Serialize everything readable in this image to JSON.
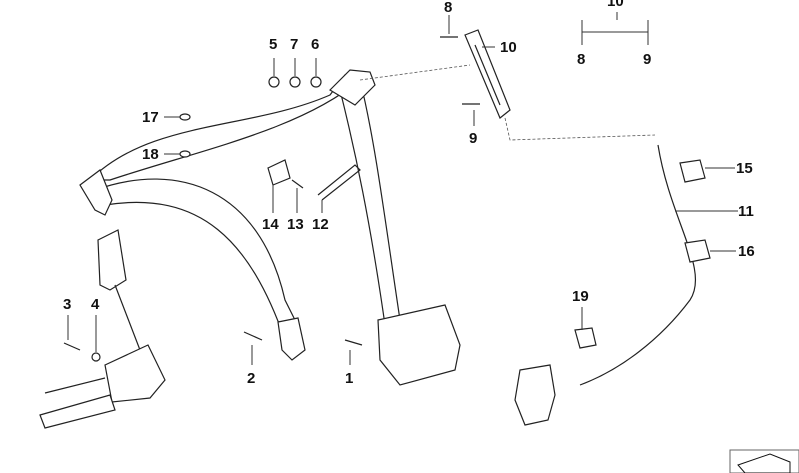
{
  "diagram": {
    "title": "Seat belt parts diagram",
    "callouts": {
      "c1": "1",
      "c2": "2",
      "c3": "3",
      "c4": "4",
      "c5": "5",
      "c6": "6",
      "c7": "7",
      "c8": "8",
      "c9": "9",
      "c10": "10",
      "c11": "11",
      "c12": "12",
      "c13": "13",
      "c14": "14",
      "c15": "15",
      "c16": "16",
      "c17": "17",
      "c18": "18",
      "c19": "19"
    },
    "tree": {
      "parent": "10",
      "left": "8",
      "right": "9"
    }
  }
}
